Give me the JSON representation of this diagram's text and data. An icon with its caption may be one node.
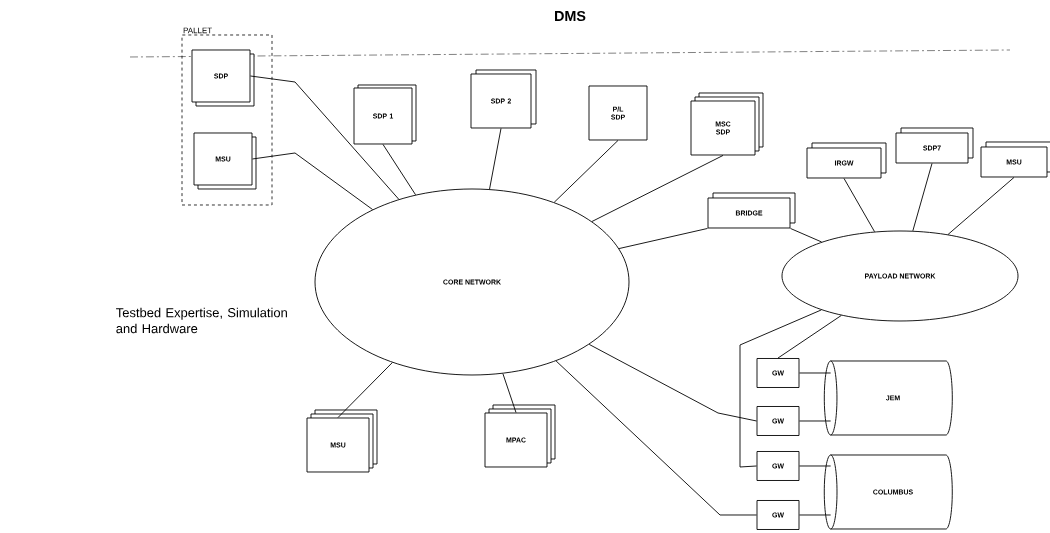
{
  "diagram": {
    "title": "DMS",
    "nodes": [
      {
        "text": [
          "PALLET"
        ]
      },
      {
        "text": [
          "SDP"
        ],
        "in": 0
      },
      {
        "text": [
          "MSU"
        ],
        "in": 0
      },
      {
        "text": [
          "SDP 1"
        ]
      },
      {
        "text": [
          "SDP 2"
        ]
      },
      {
        "text": [
          "P/L SDP"
        ]
      },
      {
        "text": [
          "MSC SDP"
        ]
      },
      {
        "text": [
          "BRIDGE"
        ]
      },
      {
        "text": [
          "CORE NETWORK"
        ]
      },
      {
        "text": [
          "PAYLOAD NETWORK"
        ]
      },
      {
        "text": [
          "IRGW"
        ]
      },
      {
        "text": [
          "SDP7"
        ]
      },
      {
        "text": [
          "MSU"
        ]
      },
      {
        "text": [
          "MSU"
        ]
      },
      {
        "text": [
          "MPAC"
        ]
      },
      {
        "text": [
          "GW"
        ]
      },
      {
        "text": [
          "GW"
        ]
      },
      {
        "text": [
          "GW"
        ]
      },
      {
        "text": [
          "GW"
        ]
      },
      {
        "text": [
          "JEM"
        ]
      },
      {
        "text": [
          "COLUMBUS"
        ]
      }
    ],
    "edges": [
      {
        "from": 1,
        "to": 8,
        "arrow": "none"
      },
      {
        "from": 2,
        "to": 8,
        "arrow": "none"
      },
      {
        "from": 3,
        "to": 8,
        "arrow": "none"
      },
      {
        "from": 4,
        "to": 8,
        "arrow": "none"
      },
      {
        "from": 5,
        "to": 8,
        "arrow": "none"
      },
      {
        "from": 6,
        "to": 8,
        "arrow": "none"
      },
      {
        "from": 7,
        "to": 8,
        "arrow": "none"
      },
      {
        "from": 7,
        "to": 9,
        "arrow": "none"
      },
      {
        "from": 10,
        "to": 9,
        "arrow": "none"
      },
      {
        "from": 11,
        "to": 9,
        "arrow": "none"
      },
      {
        "from": 12,
        "to": 9,
        "arrow": "none"
      },
      {
        "from": 13,
        "to": 8,
        "arrow": "none"
      },
      {
        "from": 14,
        "to": 8,
        "arrow": "none"
      },
      {
        "from": 8,
        "to": 16,
        "arrow": "none"
      },
      {
        "from": 8,
        "to": 18,
        "arrow": "none"
      },
      {
        "from": 9,
        "to": 15,
        "arrow": "none"
      },
      {
        "from": 9,
        "to": 17,
        "arrow": "none"
      },
      {
        "from": 15,
        "to": 19,
        "arrow": "none"
      },
      {
        "from": 16,
        "to": 19,
        "arrow": "none"
      },
      {
        "from": 17,
        "to": 20,
        "arrow": "none"
      },
      {
        "from": 18,
        "to": 20,
        "arrow": "none"
      }
    ],
    "labels": [
      "Testbed Expertise, Simulation and Hardware"
    ]
  }
}
